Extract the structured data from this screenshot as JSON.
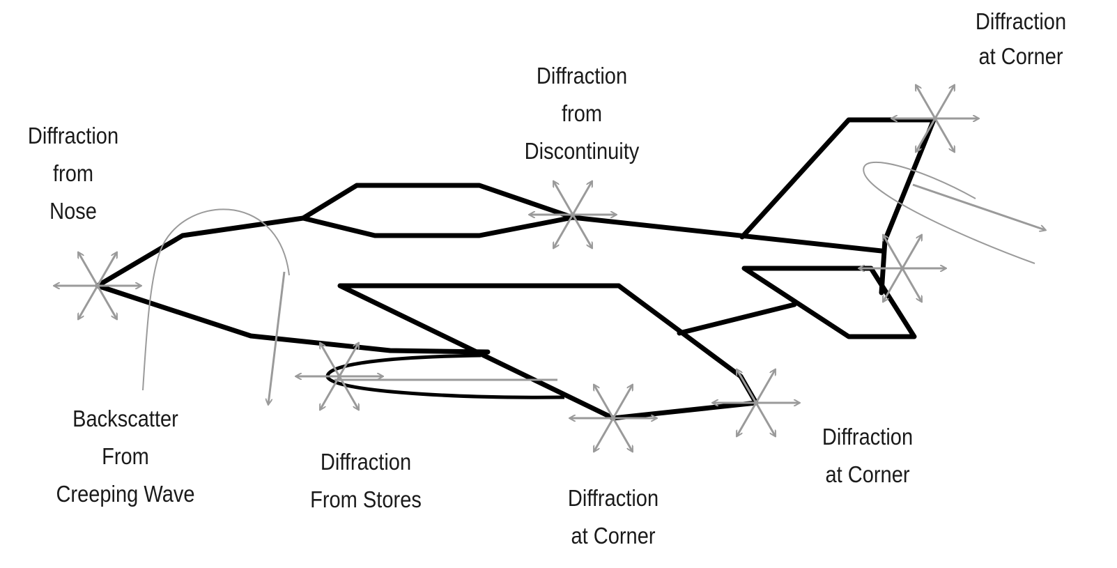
{
  "title": "Aircraft scattering mechanisms",
  "colors": {
    "outline": "#000000",
    "scatter": "#9a9a9a",
    "text": "#1a1a1a"
  },
  "labels": {
    "nose": [
      "Diffraction",
      "from",
      "Nose"
    ],
    "discontinuity": [
      "Diffraction",
      "from",
      "Discontinuity"
    ],
    "tail_corner": [
      "Diffraction",
      "at Corner"
    ],
    "creeping": [
      "Backscatter",
      "From",
      "Creeping Wave"
    ],
    "stores": [
      "Diffraction",
      "From Stores"
    ],
    "wing_corner": [
      "Diffraction",
      "at Corner"
    ],
    "wingtip_corner": [
      "Diffraction",
      "at Corner"
    ]
  }
}
